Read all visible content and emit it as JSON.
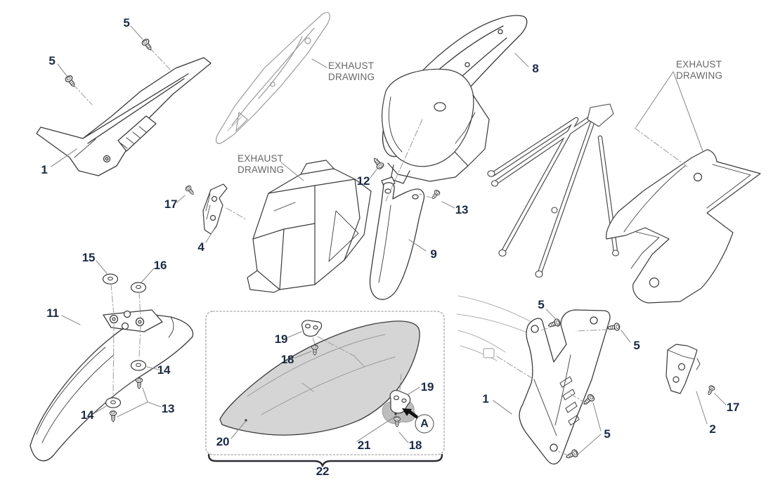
{
  "diagram": {
    "type": "exploded-parts-diagram",
    "subject": "Motorcycle body panels - side panels, fenders, airbox, subframe, mud flap and seat",
    "reference_label": {
      "line1": "EXHAUST",
      "line2": "DRAWING"
    },
    "detail_marker": "A",
    "colors": {
      "background": "#ffffff",
      "callout_text": "#1b2a45",
      "reference_text": "#666666",
      "line_art": "#3a3a3a",
      "reference_line_art": "#9a9a9a",
      "leader_line": "#8f8f8f",
      "seat_fill": "#d5d5d5",
      "seat_patch_fill": "#bdbdbd",
      "dashed_box_border": "#b5b5b5"
    }
  },
  "callouts": [
    {
      "part": "5",
      "target": "screw-left-panel-top"
    },
    {
      "part": "5",
      "target": "screw-left-panel-front"
    },
    {
      "part": "1",
      "target": "left-side-panel"
    },
    {
      "part": "8",
      "target": "rear-fender"
    },
    {
      "part": "12",
      "target": "screw-rear-fender"
    },
    {
      "part": "13",
      "target": "screw-mud-flap"
    },
    {
      "part": "17",
      "target": "screw-bracket-4"
    },
    {
      "part": "4",
      "target": "side-bracket"
    },
    {
      "part": "9",
      "target": "mud-flap"
    },
    {
      "part": "15",
      "target": "washer-front-fender-rear"
    },
    {
      "part": "16",
      "target": "washer-front-fender-front"
    },
    {
      "part": "11",
      "target": "front-fender"
    },
    {
      "part": "14",
      "target": "washer-lower-front"
    },
    {
      "part": "13",
      "target": "screws-front-fender"
    },
    {
      "part": "14",
      "target": "washer-lower-rear"
    },
    {
      "part": "19",
      "target": "seat-bracket-left"
    },
    {
      "part": "18",
      "target": "seat-bracket-screw-left"
    },
    {
      "part": "20",
      "target": "seat"
    },
    {
      "part": "21",
      "target": "seat-cover-patch"
    },
    {
      "part": "19",
      "target": "seat-bracket-right"
    },
    {
      "part": "18",
      "target": "seat-bracket-screw-right"
    },
    {
      "part": "22",
      "target": "seat-assembly"
    },
    {
      "part": "1",
      "target": "right-side-panel"
    },
    {
      "part": "5",
      "target": "screw-right-panel-top-left"
    },
    {
      "part": "5",
      "target": "screw-right-panel-top-right"
    },
    {
      "part": "5",
      "target": "screws-right-panel-lower"
    },
    {
      "part": "2",
      "target": "rear-bracket"
    },
    {
      "part": "17",
      "target": "screw-rear-bracket"
    }
  ]
}
